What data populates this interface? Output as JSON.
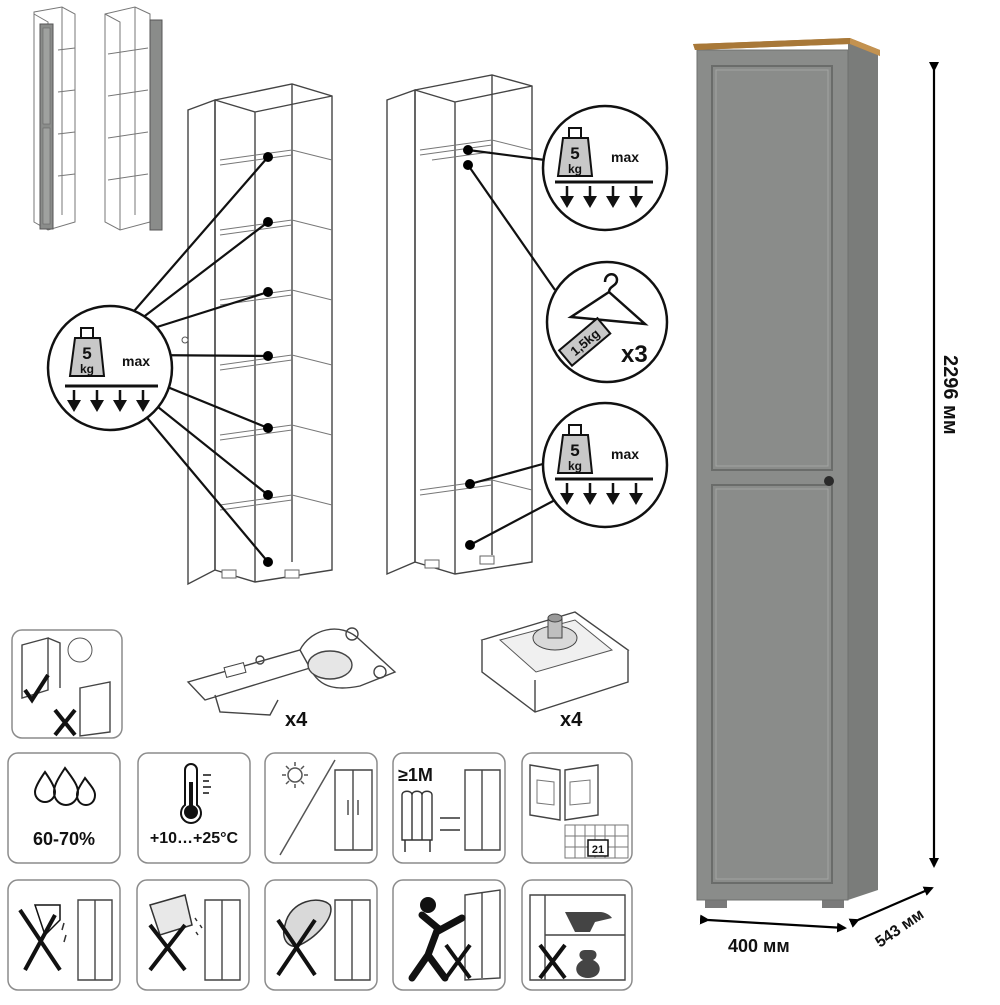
{
  "load_badges": [
    {
      "weight": "5",
      "unit": "kg",
      "max_label": "max"
    },
    {
      "weight": "5",
      "unit": "kg",
      "max_label": "max"
    },
    {
      "weight": "5",
      "unit": "kg",
      "max_label": "max"
    }
  ],
  "hanger_badge": {
    "weight_label": "1,5kg",
    "count_label": "x3"
  },
  "hardware": {
    "hinge_count": "x4",
    "foot_count": "x4"
  },
  "care_icons": {
    "humidity": "60-70%",
    "temperature": "+10…+25°C",
    "clearance": "≥1M",
    "box_number": "21"
  },
  "dimensions": {
    "height": "2296 мм",
    "width": "400 мм",
    "depth": "543 мм"
  },
  "colors": {
    "body": "#8a8c8a",
    "body_shade": "#7a7c7a",
    "top": "#b4833f",
    "icon_fill": "#c8c8c8"
  }
}
